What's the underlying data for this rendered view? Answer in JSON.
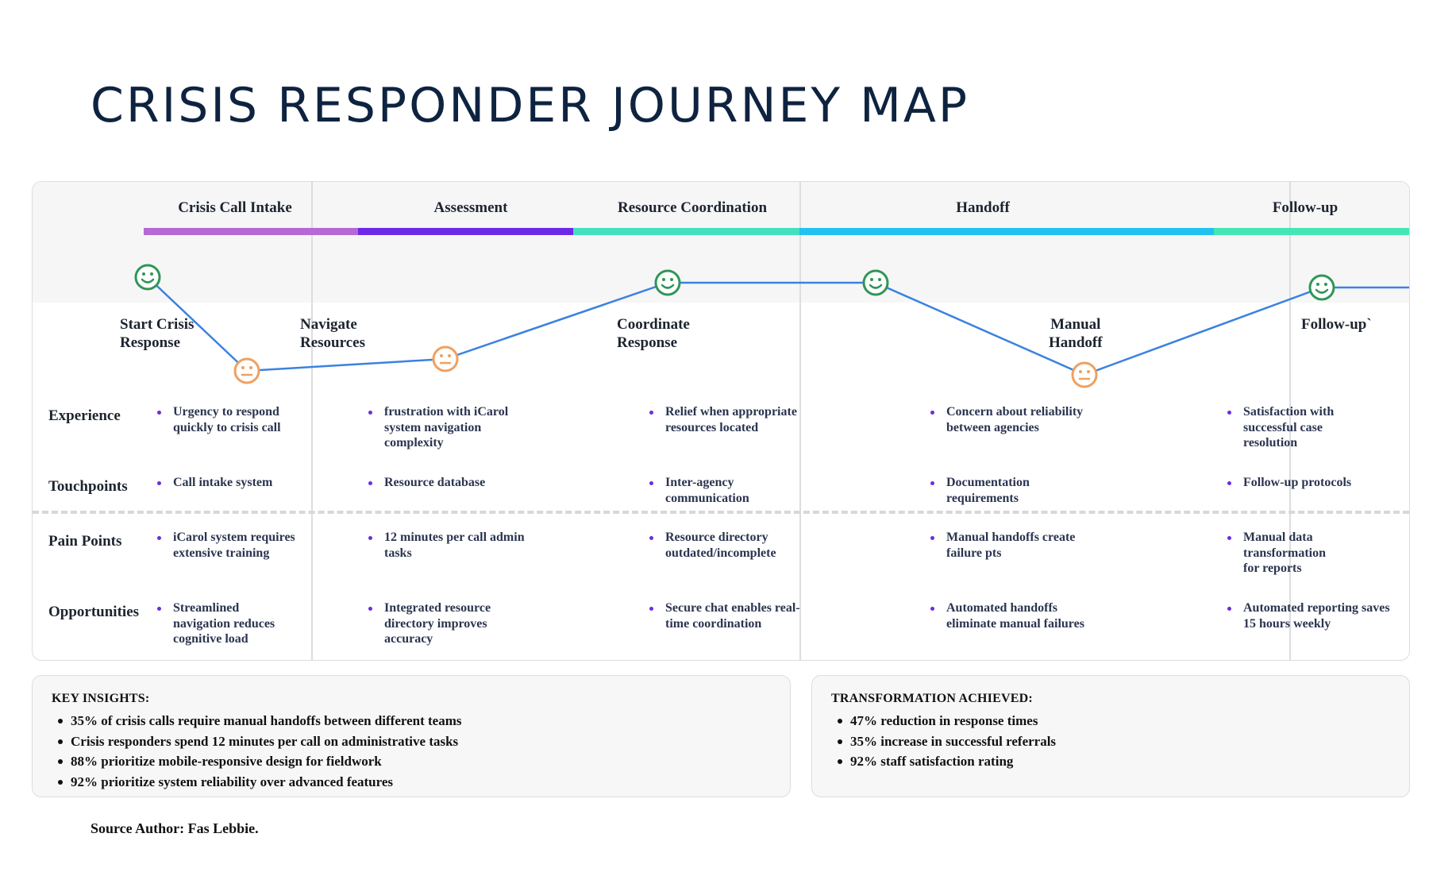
{
  "title": "CRISIS RESPONDER JOURNEY MAP",
  "colors": {
    "happy": "#2f9656",
    "neutral": "#f0a060",
    "line": "#3b82e0",
    "bullet": "#6a2de2"
  },
  "phases": [
    {
      "label": "Crisis Call Intake",
      "color": "#b569d4"
    },
    {
      "label": "Assessment",
      "color": "#6d28e8"
    },
    {
      "label": "Resource Coordination",
      "color": "#45e0bf"
    },
    {
      "label": "Handoff",
      "color": "#22c1f0"
    },
    {
      "label": "Follow-up",
      "color": "#45e6b4"
    }
  ],
  "journey": [
    {
      "mood": "happy",
      "icon": "smiley-happy-icon",
      "label_lines": [
        "Start Crisis",
        "Response"
      ]
    },
    {
      "mood": "neutral",
      "icon": "smiley-neutral-icon",
      "label_lines": []
    },
    {
      "mood": "neutral",
      "icon": "smiley-neutral-icon",
      "label_lines": [
        "Navigate",
        "Resources"
      ]
    },
    {
      "mood": "happy",
      "icon": "smiley-happy-icon",
      "label_lines": [
        "Coordinate",
        "Response"
      ]
    },
    {
      "mood": "happy",
      "icon": "smiley-happy-icon",
      "label_lines": []
    },
    {
      "mood": "neutral",
      "icon": "smiley-neutral-icon",
      "label_lines": [
        "Manual",
        "Handoff"
      ]
    },
    {
      "mood": "happy",
      "icon": "smiley-happy-icon",
      "label_lines": [
        "Follow-up`"
      ]
    }
  ],
  "rows": [
    {
      "label": "Experience",
      "cells": [
        [
          "Urgency to respond",
          "quickly to crisis call"
        ],
        [
          "frustration with iCarol",
          "system navigation",
          "complexity"
        ],
        [
          "Relief when appropriate",
          "resources located"
        ],
        [
          "Concern about reliability",
          "between agencies"
        ],
        [
          "Satisfaction with",
          "successful case",
          "resolution"
        ]
      ]
    },
    {
      "label": "Touchpoints",
      "cells": [
        [
          "Call intake system"
        ],
        [
          "Resource database"
        ],
        [
          "Inter-agency",
          "communication"
        ],
        [
          "Documentation",
          "requirements"
        ],
        [
          "Follow-up protocols"
        ]
      ]
    },
    {
      "label": "Pain Points",
      "cells": [
        [
          "iCarol system requires",
          "extensive training"
        ],
        [
          "12 minutes per call admin",
          "tasks"
        ],
        [
          "Resource directory",
          "outdated/incomplete"
        ],
        [
          "Manual handoffs create",
          "failure pts"
        ],
        [
          "Manual data",
          "transformation",
          "for reports"
        ]
      ]
    },
    {
      "label": "Opportunities",
      "cells": [
        [
          "Streamlined",
          "navigation reduces",
          "cognitive load"
        ],
        [
          "Integrated resource",
          "directory improves",
          "accuracy"
        ],
        [
          "Secure chat enables real-",
          "time coordination"
        ],
        [
          "Automated handoffs",
          "eliminate manual failures"
        ],
        [
          "Automated reporting saves",
          "15 hours weekly"
        ]
      ]
    }
  ],
  "key_insights": {
    "title": "KEY INSIGHTS:",
    "items": [
      "35% of crisis calls require manual handoffs between different teams",
      "Crisis responders spend 12 minutes per call on administrative tasks",
      "88% prioritize mobile-responsive design for fieldwork",
      "92% prioritize system reliability over advanced features"
    ]
  },
  "transformation": {
    "title": "TRANSFORMATION ACHIEVED:",
    "items": [
      "47% reduction in response times",
      "35% increase in successful referrals",
      "92% staff satisfaction rating"
    ]
  },
  "source": "Source Author: Fas Lebbie."
}
